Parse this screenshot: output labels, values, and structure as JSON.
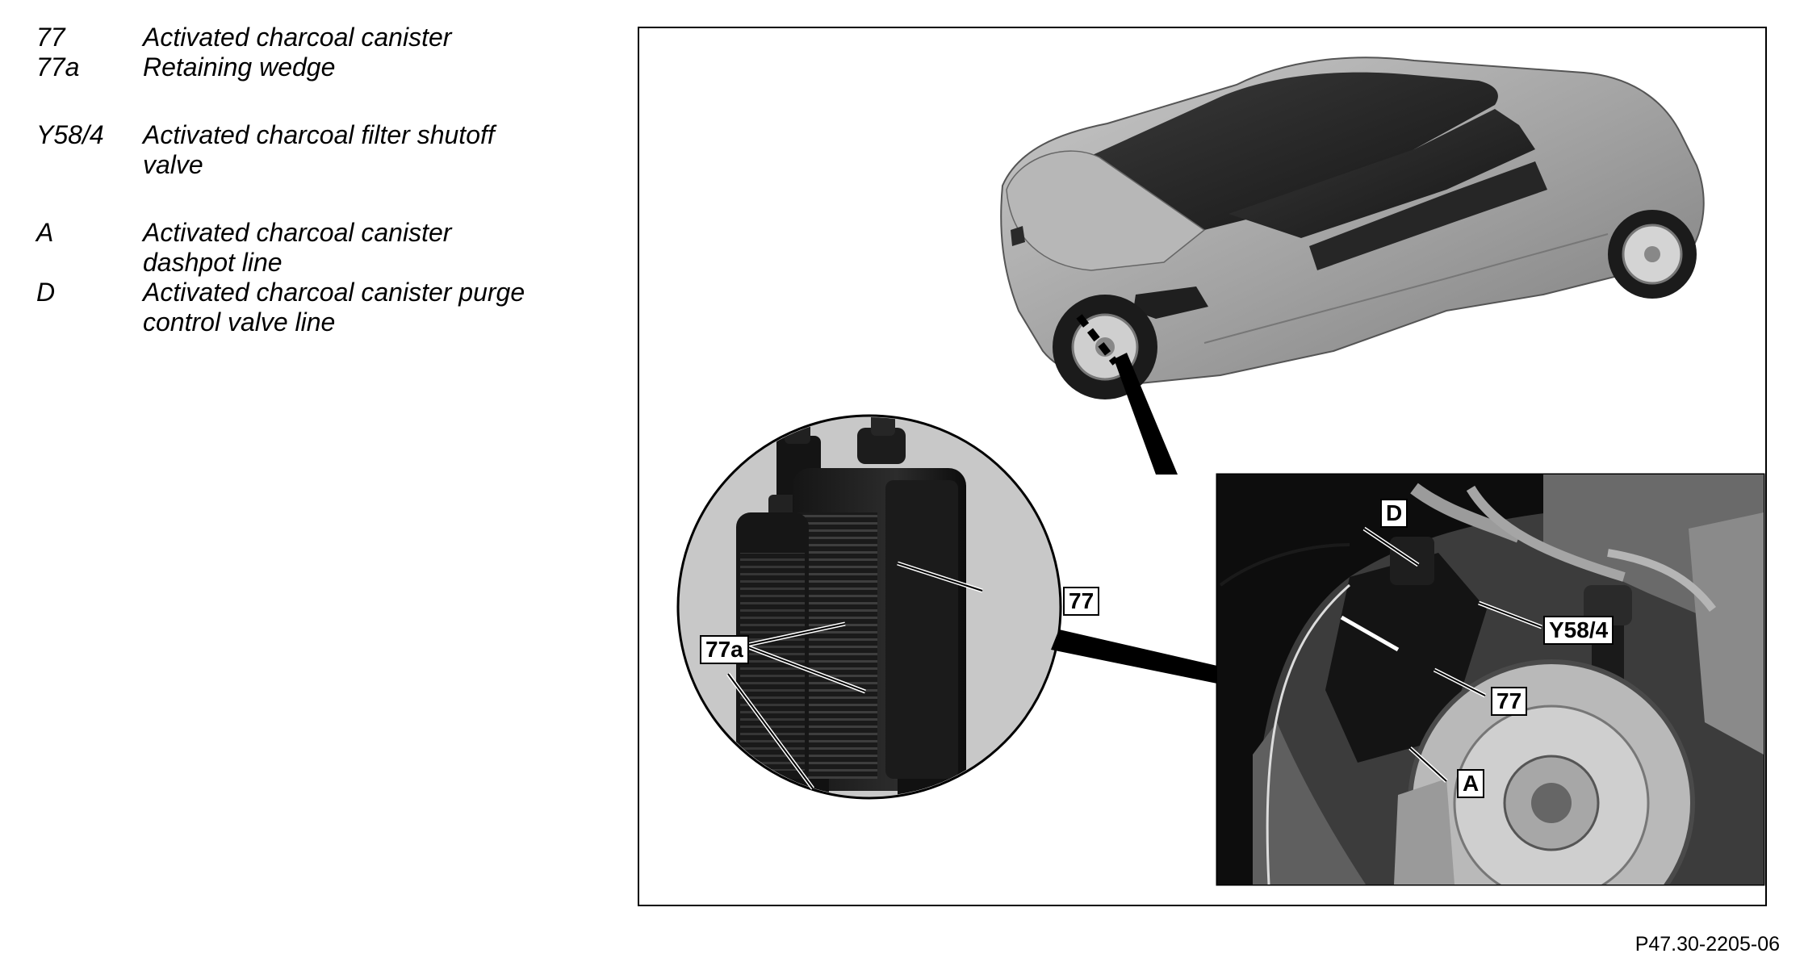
{
  "legend": [
    {
      "code": "77",
      "text": "Activated charcoal canister"
    },
    {
      "code": "77a",
      "text": "Retaining wedge"
    },
    {
      "code": "Y58/4",
      "text": "Activated charcoal filter shutoff\nvalve"
    },
    {
      "code": "A",
      "text": "Activated charcoal canister\ndashpot line"
    },
    {
      "code": "D",
      "text": "Activated charcoal canister purge\ncontrol valve line"
    }
  ],
  "callouts": {
    "detail_77": "77",
    "detail_77a": "77a",
    "inset_D": "D",
    "inset_Y58_4": "Y58/4",
    "inset_77": "77",
    "inset_A": "A"
  },
  "figure_id": "P47.30-2205-06"
}
